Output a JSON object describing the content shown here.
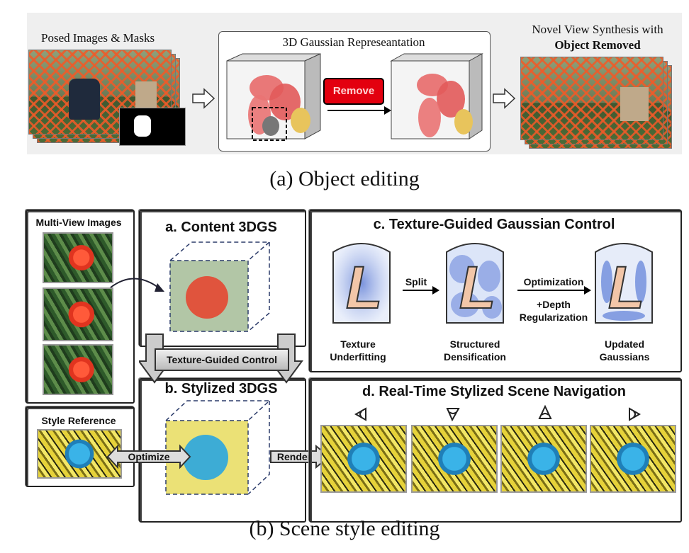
{
  "top": {
    "posed_label": "Posed Images & Masks",
    "rep_label": "3D Gaussian Represeantation",
    "remove_label": "Remove",
    "novel_line1": "Novel View Synthesis with",
    "novel_line2_bold": "Object Removed"
  },
  "captions": {
    "a": "(a) Object editing",
    "b": "(b) Scene style editing"
  },
  "bottom": {
    "multi_view": "Multi-View Images",
    "content": "a. Content 3DGS",
    "texture_control": "Texture-Guided Control",
    "stylized": "b. Stylized 3DGS",
    "style_ref": "Style Reference",
    "optimize": "Optimize",
    "render": "Render",
    "tgc_title": "c. Texture-Guided Gaussian Control",
    "split": "Split",
    "optimization": "Optimization",
    "depth_reg1": "+Depth",
    "depth_reg2": "Regularization",
    "under1": "Texture",
    "under2": "Underfitting",
    "struct1": "Structured",
    "struct2": "Densification",
    "upd1": "Updated",
    "upd2": "Gaussians",
    "nav_title": "d. Real-Time Stylized Scene Navigation",
    "L": "L"
  }
}
